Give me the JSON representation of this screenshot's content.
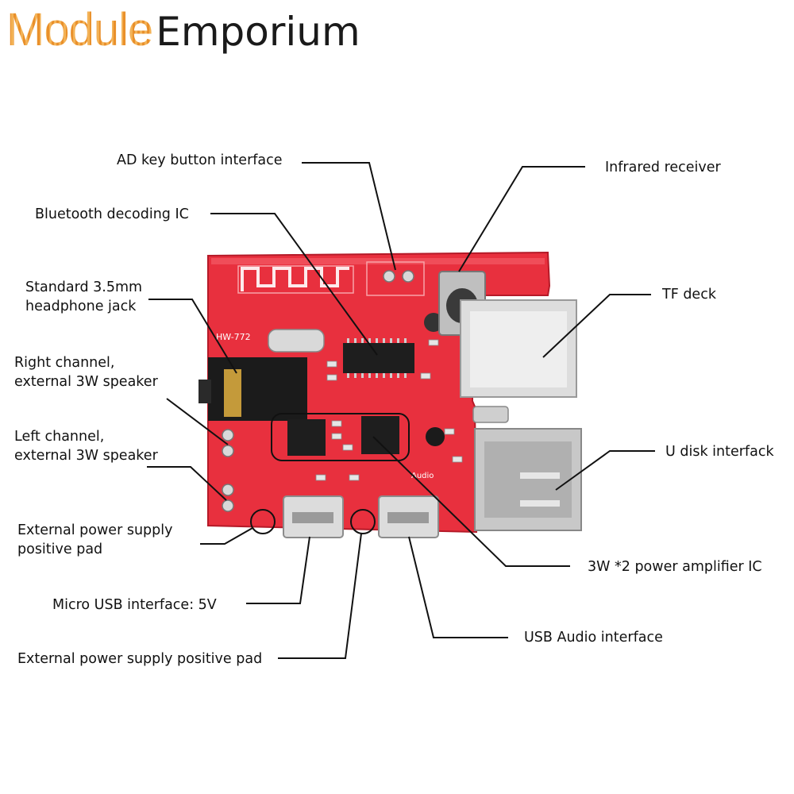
{
  "brand": {
    "part1": "Module",
    "part2": "Emporium"
  },
  "board": {
    "model": "HW-772",
    "silk_audio": "Audio"
  },
  "labels": {
    "ad_key": "AD key button interface",
    "bt_ic": "Bluetooth decoding IC",
    "jack_1": "Standard 3.5mm",
    "jack_2": "headphone jack",
    "right_1": "Right channel,",
    "right_2": "external 3W speaker",
    "left_1": "Left channel,",
    "left_2": "external 3W speaker",
    "ext_pad_1": "External power supply",
    "ext_pad_2": "positive pad",
    "micro_usb": "Micro USB interface: 5V",
    "ext_pad_full": "External power supply positive pad",
    "ir": "Infrared receiver",
    "tf": "TF deck",
    "udisk": "U disk interfack",
    "amp": "3W *2 power amplifier IC",
    "usb_audio": "USB  Audio interface"
  },
  "colors": {
    "pcb": "#e8303e",
    "pcb_dark": "#c71f2d",
    "brand_orange": "#f0a03c",
    "line": "#111111"
  }
}
